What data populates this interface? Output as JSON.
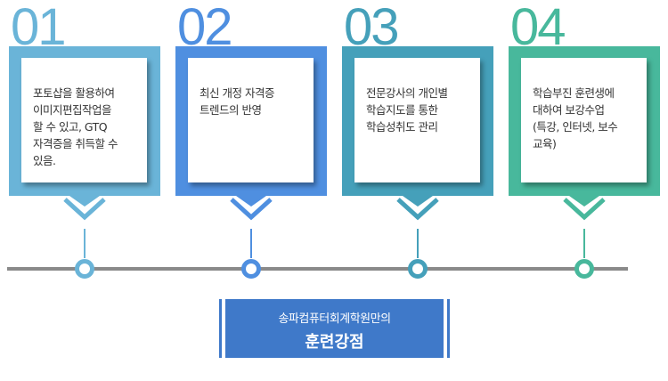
{
  "steps": [
    {
      "number": "01",
      "color": "#6ab4d8",
      "lines": [
        "포토샵을 활용하여",
        "이미지편집작업을",
        "할 수 있고, GTQ",
        "자격증을 취득할 수",
        "있음."
      ]
    },
    {
      "number": "02",
      "color": "#4f8fe0",
      "lines": [
        "최신 개정 자격증",
        "트렌드의 반영"
      ]
    },
    {
      "number": "03",
      "color": "#45a0ba",
      "lines": [
        "전문강사의 개인별",
        "학습지도를 통한",
        "학습성취도 관리"
      ]
    },
    {
      "number": "04",
      "color": "#48b89c",
      "lines": [
        "학습부진 훈련생에",
        "대하여 보강수업",
        "(특강, 인터넷, 보수",
        "교육)"
      ]
    }
  ],
  "banner": {
    "line1": "송파컴퓨터회계학원만의",
    "line2": "훈련강점",
    "color": "#3f79c9"
  }
}
